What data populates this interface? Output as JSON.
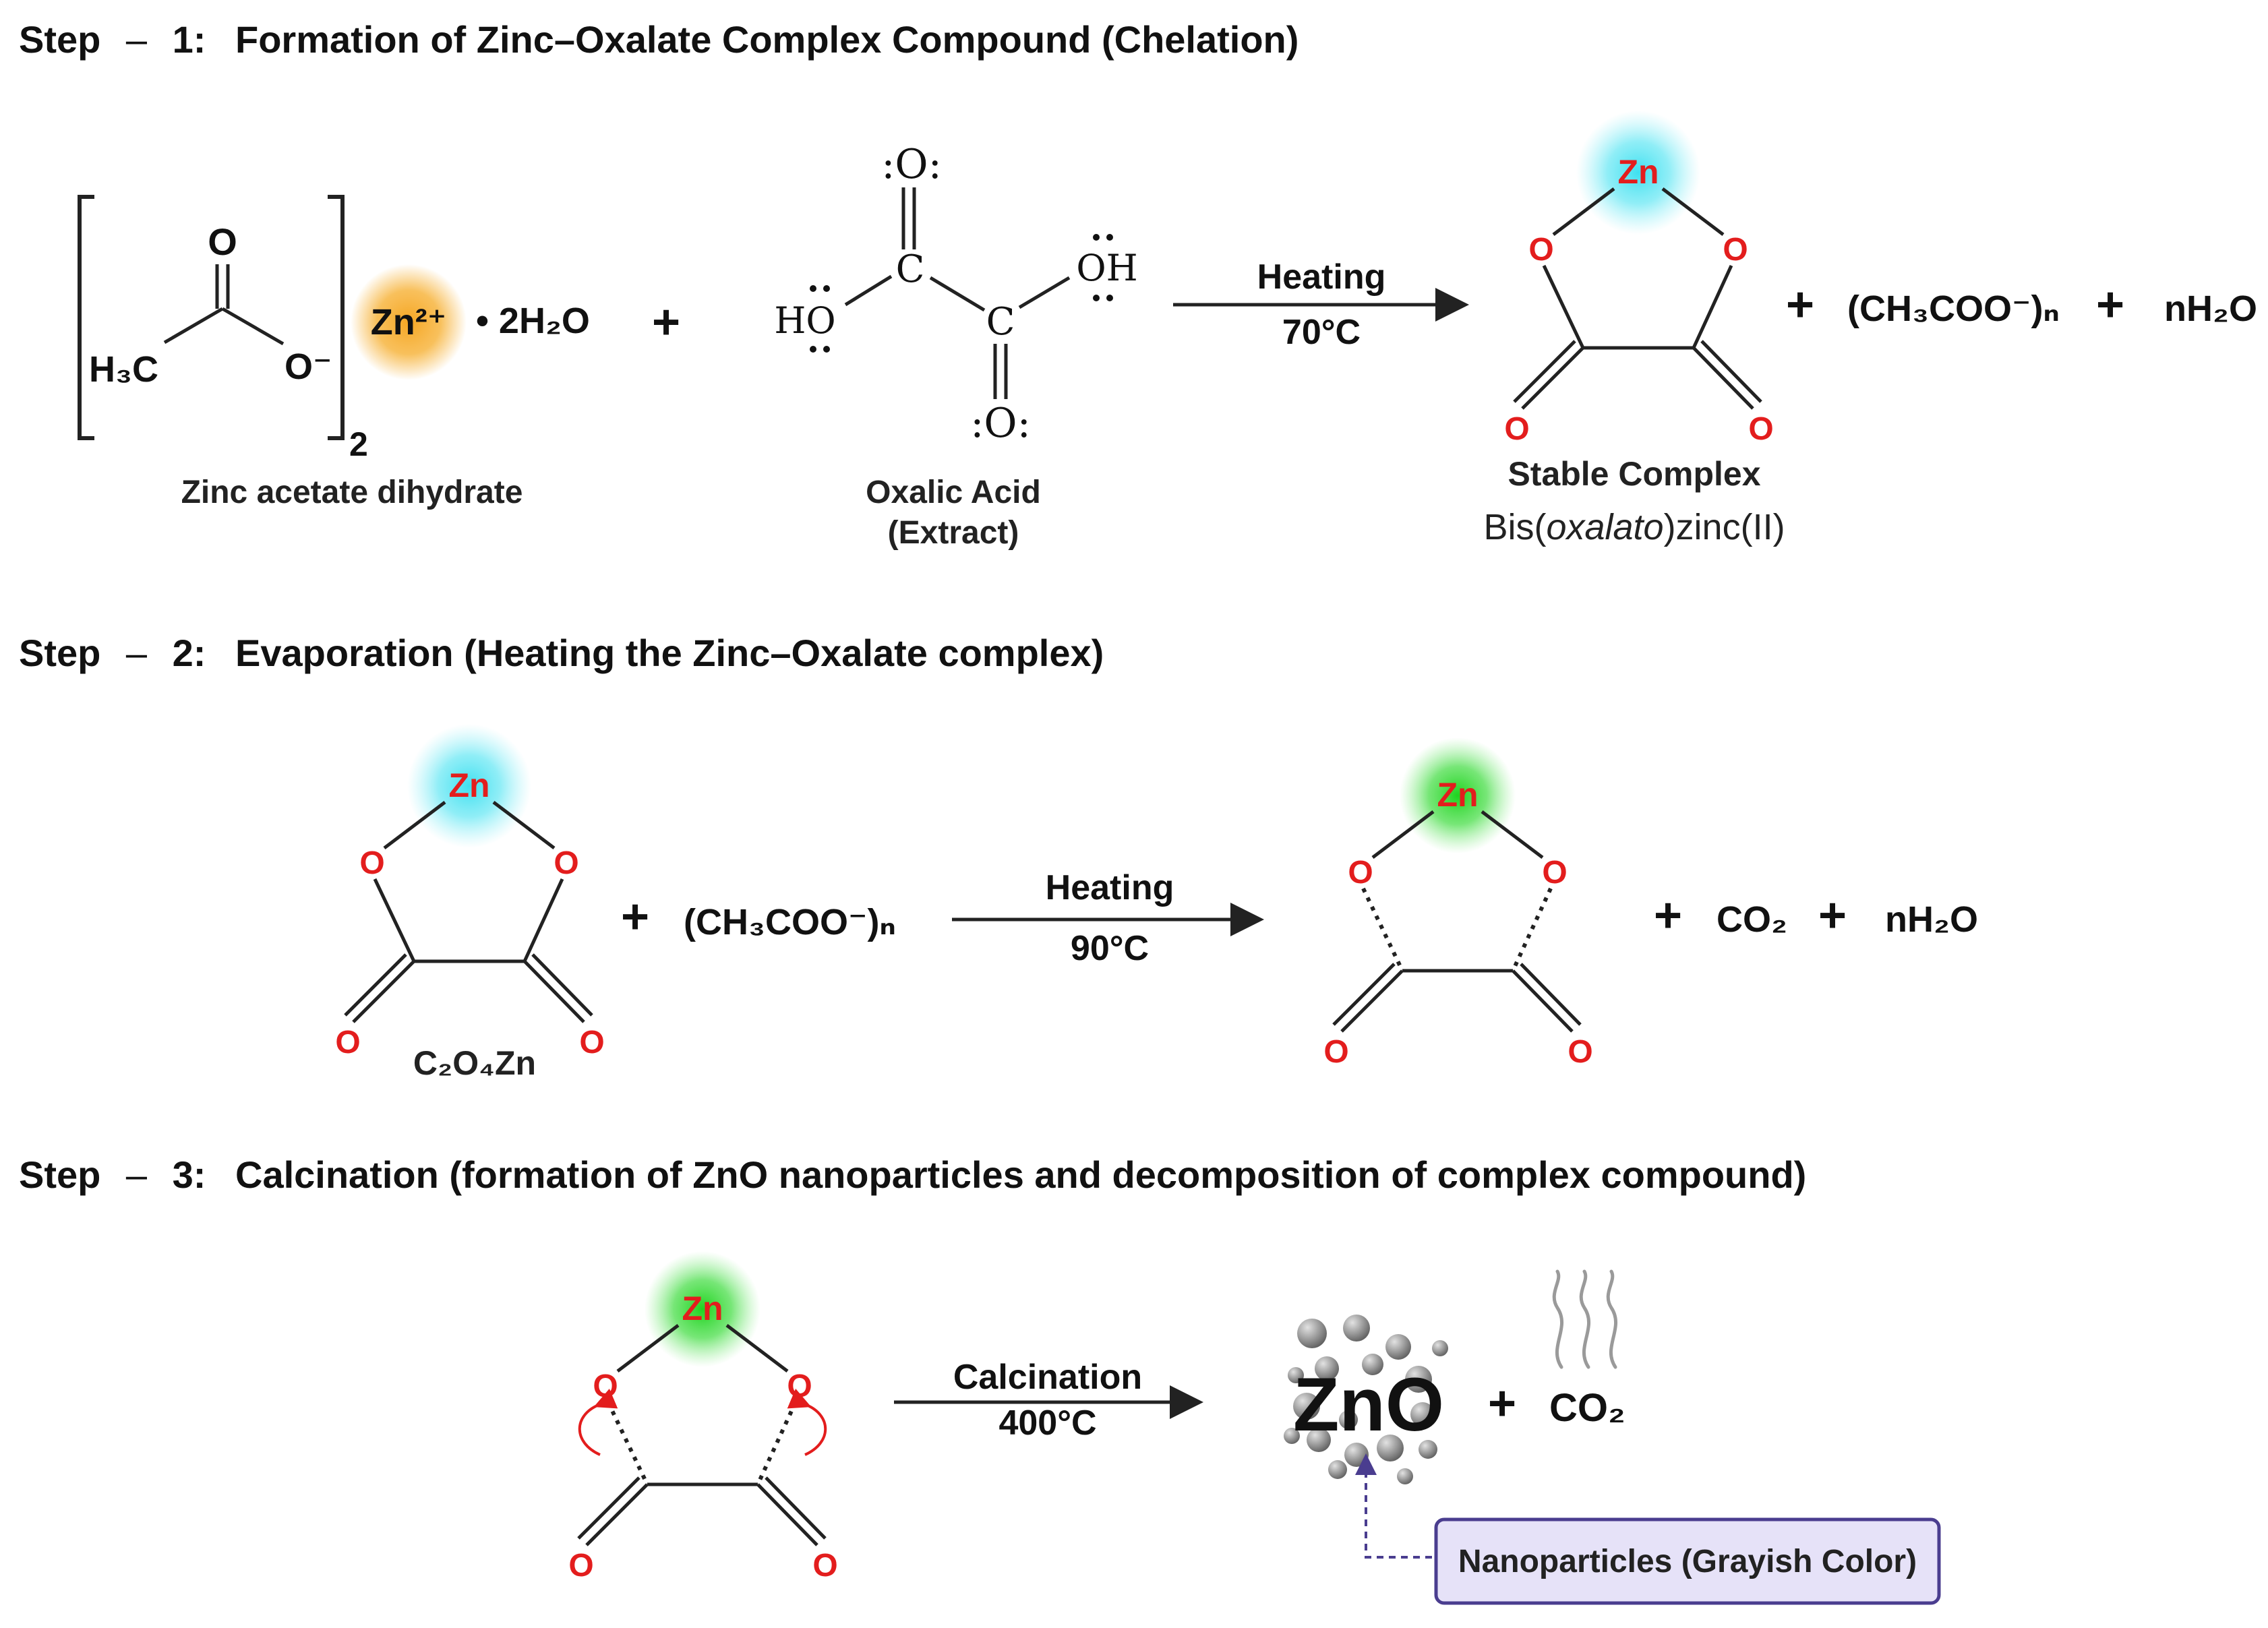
{
  "step1": {
    "label": "Step",
    "dash": "–",
    "num": "1:",
    "title": "Formation of Zinc–Oxalate Complex Compound (Chelation)",
    "zinc_acetate": {
      "h3c": "H₃C",
      "o_carbonyl": "O",
      "o_minus": "O⁻",
      "subscript": "2",
      "zn_ion": "Zn²⁺",
      "water": "• 2H₂O",
      "name": "Zinc acetate dihydrate"
    },
    "plus": "+",
    "oxalic": {
      "o_top": ":O:",
      "o_bottom": ":O:",
      "c": "C",
      "ho": "HO",
      "oh": "OH",
      "name_line1": "Oxalic Acid",
      "name_line2": "(Extract)"
    },
    "arrow_top": "Heating",
    "arrow_bottom": "70°C",
    "product": {
      "zn": "Zn",
      "o": "O",
      "name_bold": "Stable Complex",
      "name_pre": "Bis(",
      "name_italic": "oxalato",
      "name_post": ")zinc(II)"
    },
    "byproduct1": "(CH₃COO⁻)ₙ",
    "byproduct2": "nH₂O"
  },
  "step2": {
    "label": "Step",
    "dash": "–",
    "num": "2:",
    "title": "Evaporation (Heating the Zinc–Oxalate complex)",
    "reactant_zn": "Zn",
    "o": "O",
    "formula": "C₂O₄Zn",
    "plus": "+",
    "acetate": "(CH₃COO⁻)ₙ",
    "arrow_top": "Heating",
    "arrow_bottom": "90°C",
    "product_zn": "Zn",
    "co2": "CO₂",
    "water": "nH₂O"
  },
  "step3": {
    "label": "Step",
    "dash": "–",
    "num": "3:",
    "title": "Calcination (formation of ZnO nanoparticles and decomposition of complex compound)",
    "zn": "Zn",
    "o": "O",
    "arrow_top": "Calcination",
    "arrow_bottom": "400°C",
    "zno": "ZnO",
    "plus": "+",
    "co2": "CO₂",
    "nano_label": "Nanoparticles (Grayish Color)"
  },
  "colors": {
    "oxygen_red": "#e31d1d",
    "zn_orange_glow": "#f5a623",
    "zn_cyan_glow": "#3ee0f0",
    "zn_green_glow": "#3ee03e",
    "label_box_fill": "#e6e2f8",
    "label_box_border": "#4a3d8f",
    "dashed_leader": "#4a3d8f",
    "nanoparticle_gray": "#8a8a8a"
  }
}
